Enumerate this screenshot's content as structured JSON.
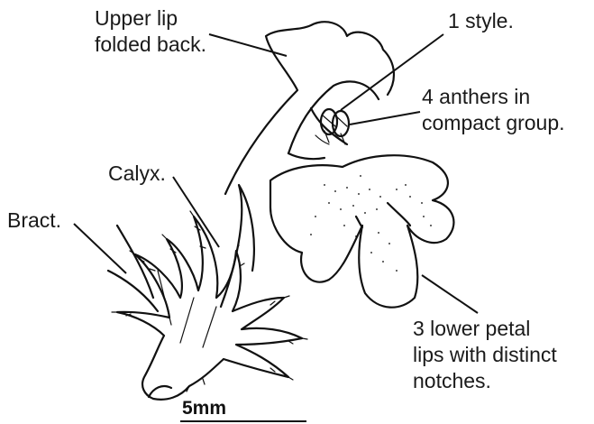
{
  "labels": {
    "upper_lip": "Upper lip\nfolded back.",
    "style": "1 style.",
    "anthers": "4 anthers in\ncompact group.",
    "calyx": "Calyx.",
    "bract": "Bract.",
    "lower_petals": "3 lower petal\nlips with distinct\nnotches."
  },
  "scale_bar": {
    "label": "5mm"
  }
}
